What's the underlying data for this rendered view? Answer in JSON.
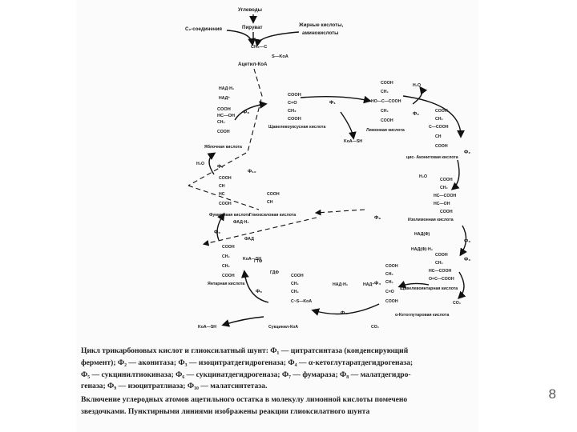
{
  "diagram": {
    "top": {
      "carbohydrates": "Углеводы",
      "pyruvate": "Пируват",
      "c2_compounds": "С₂-соединения",
      "fatty_1": "Жирные кислоты,",
      "fatty_2": "аминокислоты",
      "acetyl_coa": "Ацетил-КоА",
      "ch3": "CH₃—C",
      "skoa": "S—KoA"
    },
    "cofactors": {
      "nadh2": "НАД·Н₂",
      "nad": "НАД⁺",
      "nad_circle": "НАД(Ф)",
      "nadf_h2": "НАД(Ф)·Н₂",
      "fadh2": "ФАД·Н₂",
      "fad": "ФАД",
      "gtf": "ГТФ",
      "gdf": "ГДФ",
      "h2o_a": "H₂O",
      "h2o_b": "H₂O",
      "h2o_c": "H₂O",
      "koash_a": "KoA—SH",
      "koash_b": "KoA—SH",
      "koash_c": "KoA—SH",
      "co2_a": "CO₂",
      "co2_b": "CO₂",
      "nadh2_b": "НАД·Н₂",
      "nad_b": "НАД⁺"
    },
    "metabolites": {
      "oxaloacetate": "Щавелевоуксусная кислота",
      "citrate": "Лимонная кислота",
      "cis_aconitate": "цис- Аконитовая кислота",
      "isocitrate": "Изолимонная кислота",
      "oxalosuccinate": "Щавелевоянтарная кислота",
      "ketoglutarate": "α-Кетоглутаровая кислота",
      "succinyl_coa": "Сукцинил-КоА",
      "succinate": "Янтарная кислота",
      "fumarate": "Фумаровая кислота",
      "malate": "Яблочная кислота",
      "glyoxylate": "Глиоксиловая кислота"
    },
    "enzymes": {
      "f1": "Ф₁",
      "f2": "Ф₂",
      "f3": "Ф₃",
      "f4": "Ф₄",
      "f5": "Ф₅",
      "f6": "Ф₆",
      "f7": "Ф₇",
      "f8": "Ф₈",
      "f9": "Ф₉",
      "f10": "Ф₁₀"
    },
    "groups": {
      "cooh": "COOH",
      "ch2": "CH₂",
      "co": "C=O",
      "hcoh": "HC—OH",
      "ho_c": "HO—C—COOH",
      "ch": "CH",
      "hc": "HC",
      "c_cooh": "C—COOH",
      "hc_cooh": "HC—COOH",
      "c_o": "C=O",
      "c_skoa": "C~S—KoA",
      "o_c_cooh": "O=C—COOH"
    }
  },
  "caption": {
    "line1": "Цикл трикарбоновых кислот и глиоксилатный шунт: Ф₁ — цитратсинтаза (конденсирующий",
    "line2": "фермент); Ф₂ — аконитаза; Ф₃ — изоцитратдегидрогеназа; Ф₄ — α-кетоглутаратдегидрогеназа;",
    "line3": "Ф₅ — сукцинилтиокиназа; Ф₆ — сукцинатдегидрогеназа; Ф₇ — фумараза; Ф₈ — малатдегидро-",
    "line4": "геназа; Ф₉ — изоцитратлиаза; Ф₁₀ — малатсинтетаза.",
    "line5": "Включение углеродных атомов ацетильного остатка в молекулу лимонной кислоты помечено",
    "line6": "звездочками. Пунктирными линиями изображены реакции глиоксилатного шунта"
  },
  "page_number": "8"
}
